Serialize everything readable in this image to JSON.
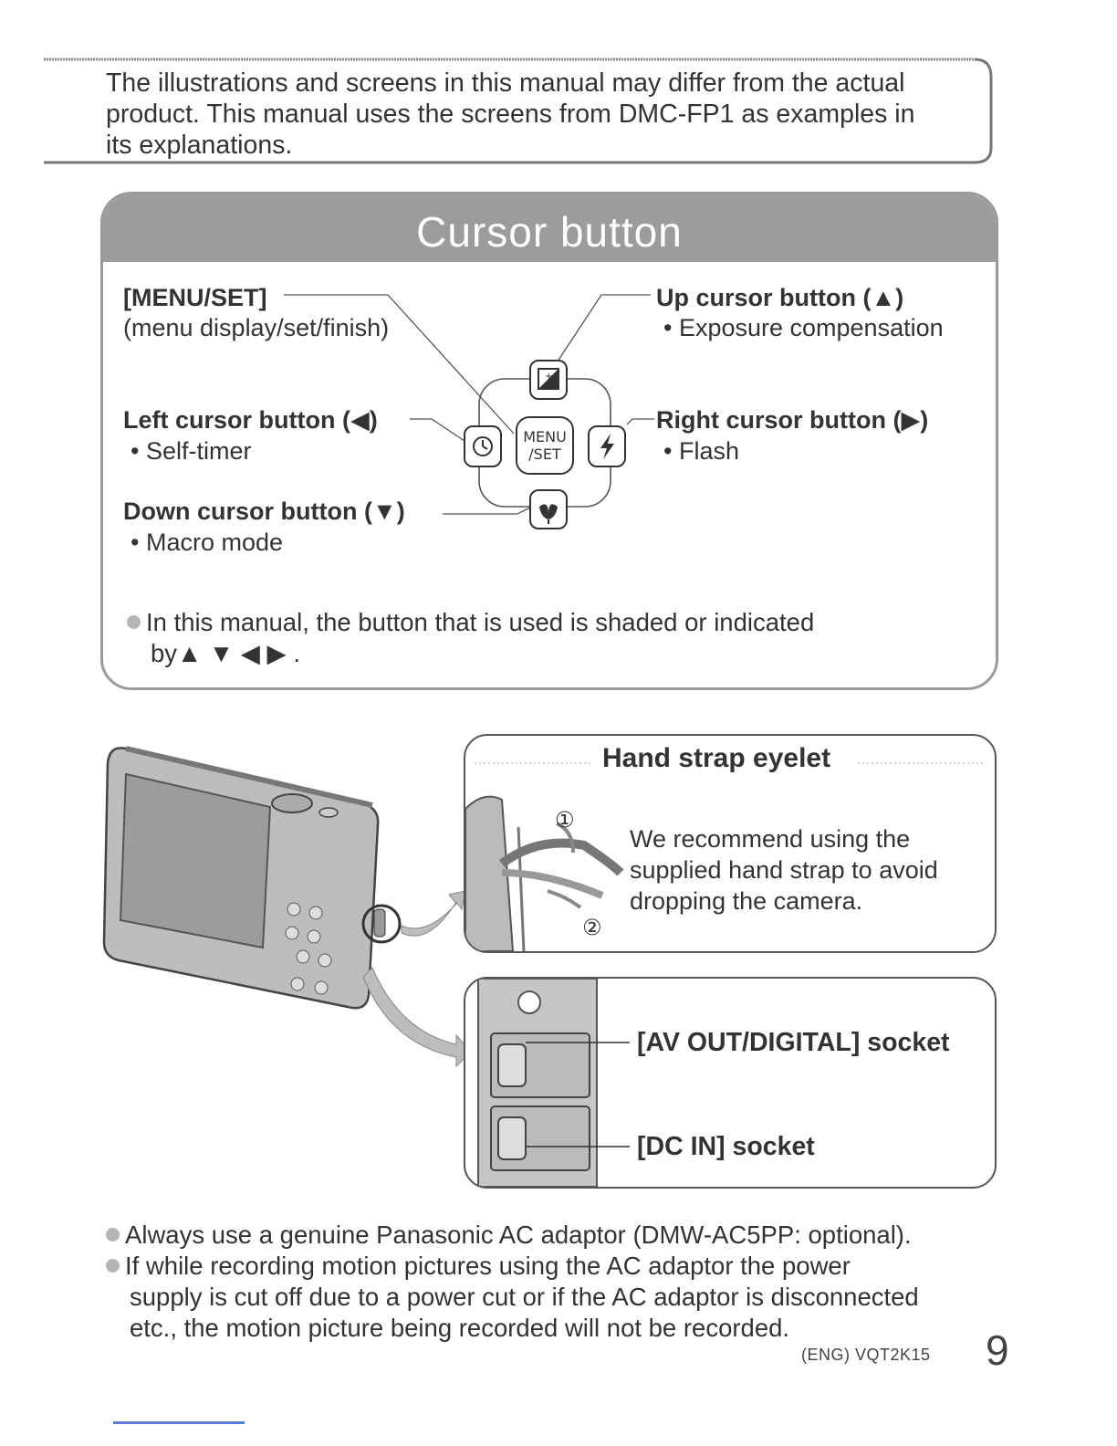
{
  "top_note": {
    "line1": "The illustrations and screens in this manual may differ from the actual",
    "line2": "product. This manual uses the screens from DMC-FP1 as examples in",
    "line3": "its explanations."
  },
  "cursor_panel": {
    "title": "Cursor button",
    "menu_set": {
      "label": "[MENU/SET]",
      "desc": "(menu display/set/finish)"
    },
    "up": {
      "label": "Up cursor button (▲)",
      "desc": "• Exposure compensation"
    },
    "left": {
      "label": "Left cursor button (◀)",
      "desc": "• Self-timer"
    },
    "right": {
      "label": "Right cursor button (▶)",
      "desc": "• Flash"
    },
    "down": {
      "label": "Down cursor button (▼)",
      "desc": "• Macro mode"
    },
    "center_button_text": {
      "line1": "MENU",
      "line2": "/SET"
    },
    "footnote_line1": "In this manual, the button that is used is shaded or indicated",
    "footnote_line2": "by▲ ▼ ◀ ▶ ."
  },
  "strap_panel": {
    "title": "Hand strap eyelet",
    "step1": "①",
    "step2": "②",
    "text_line1": "We recommend using the",
    "text_line2": "supplied hand strap to avoid",
    "text_line3": "dropping the camera."
  },
  "socket_panel": {
    "av_label": "[AV OUT/DIGITAL] socket",
    "dc_label": "[DC IN] socket"
  },
  "bottom_notes": {
    "note1": "Always use a genuine Panasonic AC adaptor (DMW-AC5PP: optional).",
    "note2_line1": "If while recording motion pictures using the AC adaptor the power",
    "note2_line2": "supply is cut off due to a power cut or if the AC adaptor is disconnected",
    "note2_line3": "etc., the motion picture being recorded will not be recorded."
  },
  "footer": {
    "code": "(ENG) VQT2K15",
    "page": "9"
  }
}
